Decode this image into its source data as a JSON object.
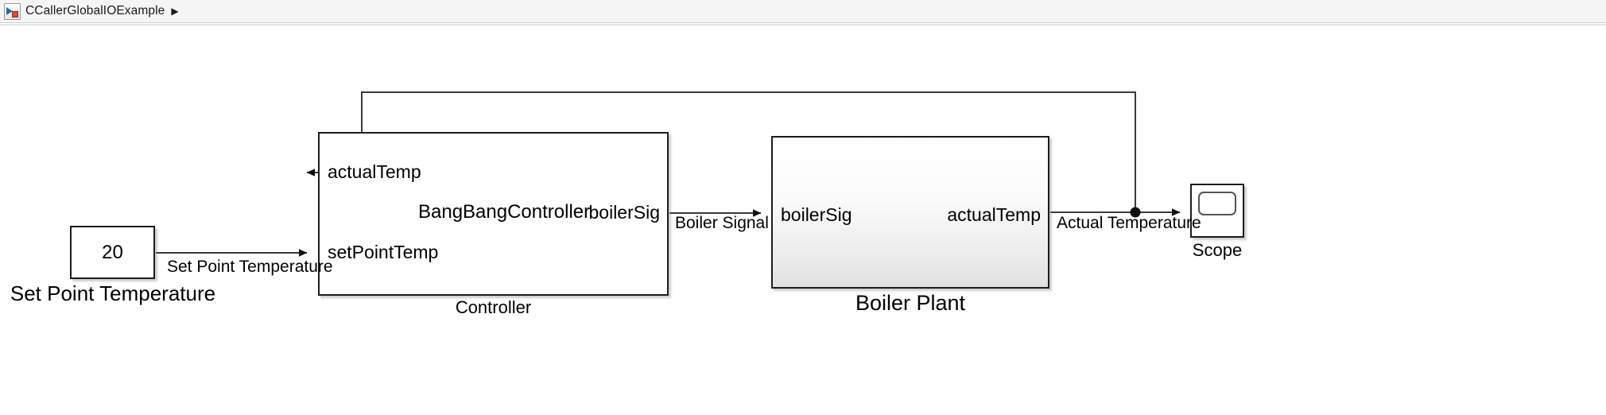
{
  "window": {
    "breadcrumb": {
      "icon": "simulink-model-icon",
      "model_name": "CCallerGlobalIOExample",
      "expand_arrow": "▶"
    }
  },
  "canvas": {
    "background_color": "#ffffff",
    "blocks": [
      {
        "id": "constant",
        "type": "Constant",
        "value": "20",
        "label": "Set Point Temperature"
      },
      {
        "id": "controller",
        "type": "Subsystem",
        "label": "Controller",
        "inner_name": "BangBangController",
        "inputs": [
          "actualTemp",
          "setPointTemp"
        ],
        "outputs": [
          "boilerSig"
        ]
      },
      {
        "id": "boiler_plant",
        "type": "Masked Subsystem",
        "label": "Boiler Plant",
        "inputs": [
          "boilerSig"
        ],
        "outputs": [
          "actualTemp"
        ]
      },
      {
        "id": "scope",
        "type": "Scope",
        "label": "Scope",
        "icon": "scope-screen-icon"
      }
    ],
    "signals": [
      {
        "id": "set_point",
        "label": "Set Point Temperature",
        "from": "constant",
        "to": "controller.setPointTemp"
      },
      {
        "id": "boiler_signal",
        "label": "Boiler Signal",
        "from": "controller.boilerSig",
        "to": "boiler_plant.boilerSig"
      },
      {
        "id": "actual_temperature",
        "label": "Actual Temperature",
        "from": "boiler_plant.actualTemp",
        "to": "scope"
      },
      {
        "id": "feedback",
        "label": "",
        "from": "actual_temperature_branch",
        "to": "controller.actualTemp"
      }
    ],
    "colors": {
      "wire": "#3a3a3a",
      "block_border": "#1c1c1c",
      "text": "#000000",
      "icon_blue": "#1f6fb5",
      "icon_orange": "#d9502b"
    }
  }
}
